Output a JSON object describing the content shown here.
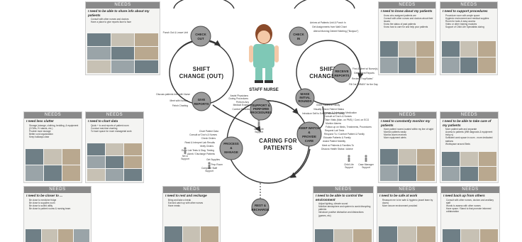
{
  "diagram": {
    "center_label": "STAFF NURSE",
    "caring_label_1": "CARING FOR",
    "caring_label_2": "PATIENTS",
    "shift_out_1": "SHIFT",
    "shift_out_2": "CHANGE (OUT)",
    "shift_in_1": "SHIFT",
    "shift_in_2": "CHANGE (IN)",
    "nodes": {
      "check_out": [
        "CHECK",
        "OUT"
      ],
      "give_reports": [
        "GIVE",
        "REPORTS"
      ],
      "check_in": [
        "CHECK",
        "IN"
      ],
      "receive_reports": [
        "RECEIVE",
        "REPORTS"
      ],
      "make_rounds": [
        "MAKE",
        "INITIAL",
        "ROUNDS"
      ],
      "support": [
        "SUPPORT &",
        "PERFORM",
        "PROCEDURES"
      ],
      "process": [
        "PROCESS",
        "&",
        "MANAGE"
      ],
      "keep_watch": [
        "KEEP WATCH",
        "&",
        "PROVIDE",
        "CARE"
      ],
      "rest": [
        "REST &",
        "RECHARGE"
      ]
    },
    "annotations": {
      "check_out": [
        "Punch Out & Leave Unit"
      ],
      "give_reports": [
        "Discuss patients info. with Nurse",
        "Meet with Nurses",
        "Finish Charting"
      ],
      "check_in": [
        "Arrives at Patients Unit & Punch In",
        "Get Assignments from Wall Chart",
        "Attend Morning Debrief Meeting (\"Bonjour\")"
      ],
      "receive_reports": [
        "Find & Meet w/ Nurse(s)",
        "Get Patient Reports",
        "Review \"Trop/Notes\"",
        "Fill Out \"BRAIN\" for the Day"
      ],
      "make_rounds": [
        "Greet Patient & Family",
        "Visually Check Patient Status",
        "Introduce Self to Every Patients & Family"
      ],
      "support": [
        "Assist Physicians",
        "During Procedures",
        "Perform Any",
        "Medical Exams",
        "Comfort Patients"
      ],
      "process": [
        "Chart Patient Data",
        "Consult w/ Doc's & Nurses",
        "Check Orders",
        "Read & Interpret Lab Results",
        "Verify Orders",
        "Order Lab Tests & Diag. Testing",
        "Admit / Discharge Patients",
        "Get Supplies",
        "Prep Room"
      ],
      "keep_watch": [
        "Prepare & Administer Medication",
        "Consult w/ Doc's & Nurses",
        "Take Vitals (Man. on PMS) / Cont. on ECG",
        "Monitor Alarms",
        "Follow-up on Meds, Treatments, Procedures",
        "Request Lab Tests",
        "Respond To / Comfort Patient & Family",
        "Educate Patients & Family",
        "Assist Patient Mobility",
        "Meet w/ Patients & Families To",
        "Discuss Health Status / Advice"
      ]
    },
    "supports": {
      "child_life": [
        "Child Life",
        "Support"
      ],
      "nicu": [
        "NICU",
        "Support"
      ],
      "computer": [
        "Computer Staff",
        "Support"
      ],
      "child_life_2": [
        "Child Life",
        "Support"
      ],
      "case_manager": [
        "Case Manager",
        "Support"
      ]
    }
  },
  "cards": {
    "share_info": {
      "header": "NEEDS",
      "title": "I need to be able to share info about my patients",
      "items": [
        "Consult with other nurses and doctors",
        "Have a place to give reports face to face"
      ]
    },
    "know_patients": {
      "header": "NEEDS",
      "title": "I need to know about my patients",
      "items": [
        "Know who assigned patients are",
        "Consult with other nurses and doctors about their issues",
        "Know the status of past patients",
        "Know how to care for and help your patients"
      ]
    },
    "support_procedures": {
      "header": "NEEDS",
      "title": "I need to support procedures",
      "items": [
        "Procedure room with ample space",
        "Hygienic environment and medical supplies",
        "Room for tools & easy access",
        "Video or other training modules",
        "Support of Child Life Specialists during"
      ]
    },
    "less_clutter": {
      "header": "NEEDS",
      "title": "I need less clutter",
      "items": [
        "Storage (storage, clothing, bedding, & equipment (COWs, IV stands, etc.)",
        "Provide more storage",
        "Better cord organization",
        "Keep hallways clear"
      ]
    },
    "chart_data": {
      "header": "NEEDS",
      "title": "I need to chart data",
      "items": [
        "Quick + to and reports of patient room",
        "Conduct real-time charting",
        "To have space for more managerial work"
      ]
    },
    "monitor_patients": {
      "header": "NEEDS",
      "title": "I need to constantly monitor my patients",
      "items": [
        "Have patient rooms located within my line of sight",
        "Monitor patients easily",
        "Monitor alarm receives",
        "More equipment alerts"
      ]
    },
    "take_care": {
      "header": "NEEDS",
      "title": "I need to be able to take care of my patients",
      "items": [
        "More patient safe and separate",
        "Access to patients (Wifi diagnosis & equipment tricky s)",
        "Sufficient work space in room - more dedicated stations",
        "Workspace around Beds"
      ]
    },
    "be_close": {
      "header": "NEEDS",
      "title": "I need to be closer to ...",
      "items": [
        "Be close to medicine fridge",
        "Be close to supplies room",
        "Be close to soiled utility",
        "Be close to patient rooms & nursing team"
      ]
    },
    "rest_recharge": {
      "header": "NEEDS",
      "title": "I need to rest and recharge",
      "items": [
        "Bring and take a break",
        "Eat and catch up with other nurses",
        "Have meals"
      ]
    },
    "control_env": {
      "header": "NEEDS",
      "title": "I need to be able to control the environment",
      "items": [
        "Adjust lighting, climate sound",
        "Mobilize atmosphere and system to avoid disrupting patients",
        "Introduce positive distraction and distractions (games, etc)"
      ]
    },
    "be_safe": {
      "header": "NEEDS",
      "title": "I need to be safe at work",
      "items": [
        "Reassure me to be safe & hygienic (asset team by doors)",
        "More secure environment provided"
      ]
    },
    "back_up": {
      "header": "NEEDS",
      "title": "I need back up from others",
      "items": [
        "Consult with other nurses, doctors and ancillary staff",
        "Words to assess with other nurses",
        "Have space / Stand to that promote informed collaboration"
      ]
    }
  },
  "colors": {
    "node_fill": "#9b9b9b",
    "node_stroke": "#4a4a4a",
    "card_header": "#8a8a8a",
    "nurse_scrubs": "#7fc8b6",
    "nurse_hair": "#8a4a2a"
  }
}
